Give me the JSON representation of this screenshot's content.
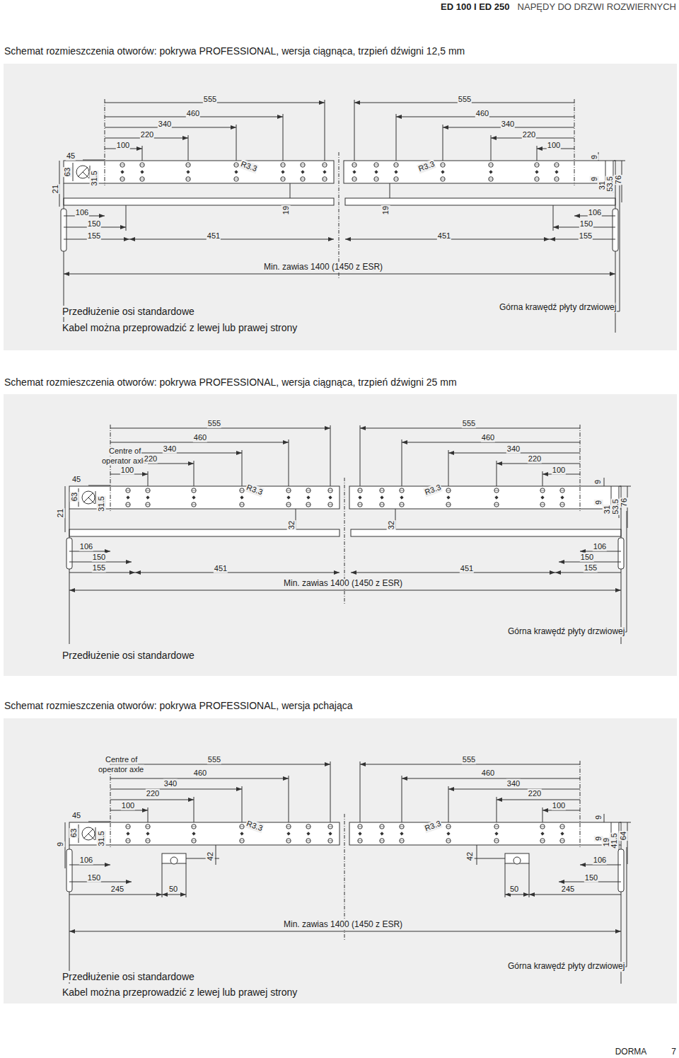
{
  "diagram": {
    "labels": [
      "ED 100 I ED 250",
      "NAPĘDY DO DRZWI ROZWIERNYCH",
      "Schemat rozmieszczenia otworów: pokrywa PROFESSIONAL, wersja ciągnąca, trzpień dźwigni 12,5 mm",
      "555",
      "555",
      "460",
      "460",
      "340",
      "340",
      "220",
      "220",
      "100",
      "100",
      "45",
      "63",
      "31.5",
      "21",
      "R3.3",
      "R3.3",
      "9",
      "9",
      "31",
      "53.5",
      "76",
      "106",
      "19",
      "19",
      "106",
      "150",
      "150",
      "155",
      "451",
      "451",
      "155",
      "Min. zawias 1400 (1450 z ESR)",
      "Górna krawędź płyty drzwiowej",
      "Przedłużenie osi standardowe",
      "Kabel można przeprowadzić z lewej lub prawej strony",
      "Schemat rozmieszczenia otworów: pokrywa PROFESSIONAL, wersja ciągnąca, trzpień dźwigni 25 mm",
      "555",
      "555",
      "460",
      "460",
      "Centre of",
      "operator axle",
      "340",
      "340",
      "220",
      "220",
      "100",
      "100",
      "45",
      "63",
      "31.5",
      "21",
      "R3.3",
      "R3.3",
      "9",
      "9",
      "31",
      "53.5",
      "76",
      "32",
      "32",
      "106",
      "106",
      "150",
      "150",
      "155",
      "451",
      "451",
      "155",
      "Min. zawias 1400 (1450 z ESR)",
      "Górna krawędź płyty drzwiowej",
      "Przedłużenie osi standardowe",
      "Schemat rozmieszczenia otworów: pokrywa PROFESSIONAL, wersja pchająca",
      "Centre of",
      "operator axle",
      "555",
      "555",
      "460",
      "460",
      "340",
      "340",
      "220",
      "220",
      "100",
      "100",
      "45",
      "9",
      "63",
      "31.5",
      "9",
      "R3.3",
      "R3.3",
      "9",
      "19",
      "41.5",
      "64",
      "106",
      "42",
      "42",
      "106",
      "150",
      "150",
      "245",
      "50",
      "50",
      "245",
      "Min. zawias 1400 (1450 z ESR)",
      "Górna krawędź płyty drzwiowej",
      "Przedłużenie osi standardowe",
      "Kabel można przeprowadzić z lewej lub prawej strony",
      "DORMA",
      "7"
    ]
  }
}
